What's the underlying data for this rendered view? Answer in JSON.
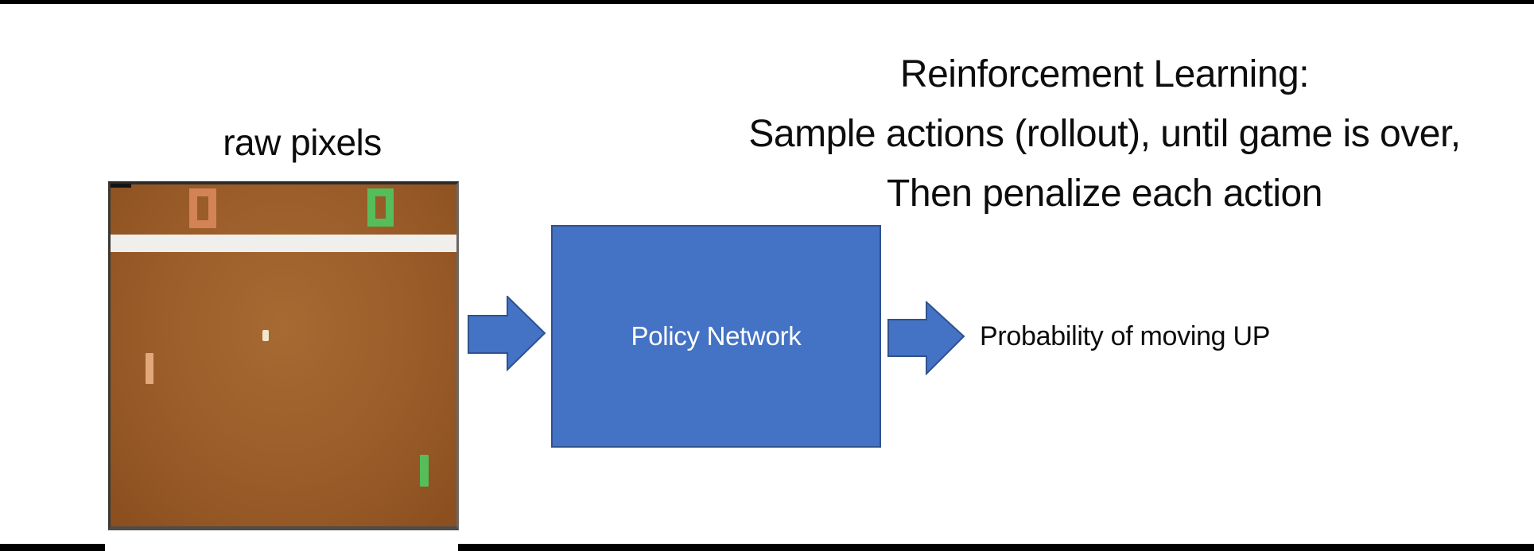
{
  "title": {
    "line1": "Reinforcement Learning:",
    "line2": "Sample actions (rollout), until game is over,",
    "line3": "Then penalize each action"
  },
  "pong": {
    "caption": "raw pixels",
    "left_score": "0",
    "right_score": "0",
    "description": "Atari Pong game frame"
  },
  "policy_box": {
    "label": "Policy Network"
  },
  "output": {
    "label": "Probability of moving UP"
  },
  "icons": {
    "arrow_left": "right-block-arrow",
    "arrow_right": "right-block-arrow"
  },
  "colors": {
    "ppt-blue": "#4472C4",
    "ppt-blue-dark": "#2F528F",
    "field-brown": "#9A5C29",
    "field-brown-light": "#A86A33",
    "field-brown-dark": "#8A4E1F",
    "score-orange": "#D28456",
    "paddle-tan": "#E2A87C",
    "score-green": "#55BD59",
    "stripe": "#F1EFEC",
    "ball": "#F2E7C9",
    "bar-black": "#000000"
  }
}
